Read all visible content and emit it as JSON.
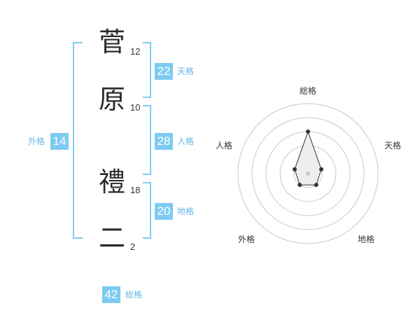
{
  "name": {
    "characters": [
      {
        "char": "菅",
        "strokes": "12"
      },
      {
        "char": "原",
        "strokes": "10"
      },
      {
        "char": "禮",
        "strokes": "18"
      },
      {
        "char": "二",
        "strokes": "2"
      }
    ]
  },
  "scores": {
    "tenkaku": {
      "value": "22",
      "label": "天格"
    },
    "jinkaku": {
      "value": "28",
      "label": "人格"
    },
    "chikaku": {
      "value": "20",
      "label": "地格"
    },
    "gaikaku": {
      "value": "14",
      "label": "外格"
    },
    "soukaku": {
      "value": "42",
      "label": "総格"
    }
  },
  "colors": {
    "accent": "#7dcbf2",
    "label": "#66b7e8",
    "bracket": "#7dcbf2",
    "radar_ring": "#c8c8c8",
    "radar_fill": "#eeeeee",
    "radar_line": "#333333"
  },
  "chart_data": {
    "type": "radar",
    "axes": [
      "総格",
      "天格",
      "地格",
      "外格",
      "人格"
    ],
    "values": [
      3,
      1,
      1,
      1,
      1
    ],
    "max": 5
  }
}
